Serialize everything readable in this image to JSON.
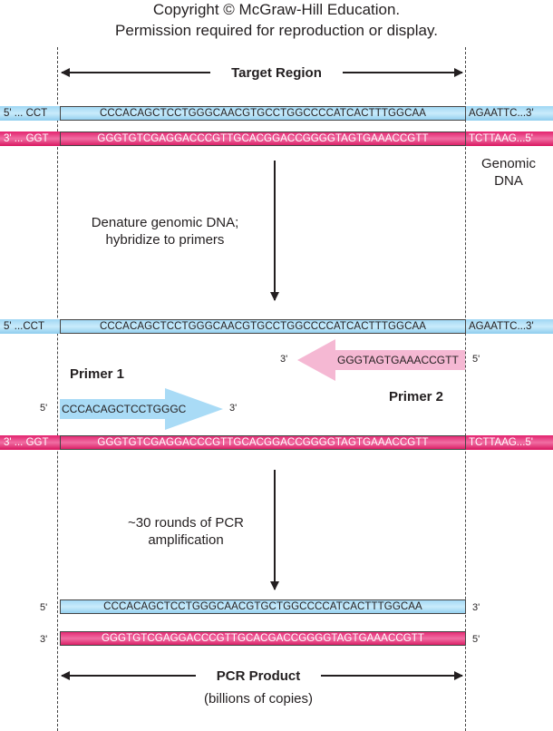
{
  "copyright": {
    "line1": "Copyright © McGraw-Hill Education.",
    "line2": "Permission required for reproduction or display."
  },
  "labels": {
    "target_region": "Target Region",
    "genomic_dna": "Genomic\nDNA",
    "genomic_line1": "Genomic",
    "genomic_line2": "DNA",
    "step1_line1": "Denature genomic DNA;",
    "step1_line2": "hybridize to primers",
    "primer1": "Primer 1",
    "primer2": "Primer 2",
    "step2_line1": "~30 rounds of PCR",
    "step2_line2": "amplification",
    "pcr_product": "PCR Product",
    "pcr_copies": "(billions of copies)"
  },
  "strands": {
    "top": {
      "left": "5' ... CCT",
      "seq": "CCCACAGCTCCTGGGCAACGTGCCTGGCCCCATCACTTTGGCAA",
      "right": "AGAATTC...3'"
    },
    "bottom": {
      "left": "3' ... GGT",
      "seq": "GGGTGTCGAGGACCCGTTGCACGGACCGGGGTAGTGAAACCGTT",
      "right": "TCTTAAG...5'"
    },
    "top2": {
      "left": "5' ...CCT",
      "seq": "CCCACAGCTCCTGGGCAACGTGCCTGGCCCCATCACTTTGGCAA",
      "right": "AGAATTC...3'"
    },
    "bottom2": {
      "left": "3' ... GGT",
      "seq": "GGGTGTCGAGGACCCGTTGCACGGACCGGGGTAGTGAAACCGTT",
      "right": "TCTTAAG...5'"
    },
    "product_top": {
      "left": "5'",
      "seq": "CCCACAGCTCCTGGGCAACGTGCTGGCCCCATCACTTTGGCAA",
      "right": "3'"
    },
    "product_bottom": {
      "left": "3'",
      "seq": "GGGTGTCGAGGACCCGTTGCACGACCGGGGTAGTGAAACCGTT",
      "right": "5'"
    }
  },
  "primers": {
    "primer2": {
      "seq": "GGGTAGTGAAACCGTT",
      "left_end": "3'",
      "right_end": "5'"
    },
    "primer1": {
      "seq": "CCCACAGCTCCTGGGC",
      "left_end": "5'",
      "right_end": "3'"
    }
  },
  "colors": {
    "blue_strand": "#b7e2f7",
    "pink_strand": "#e8347c",
    "primer_blue": "#a8daf5",
    "primer_pink": "#f4b7d3"
  }
}
